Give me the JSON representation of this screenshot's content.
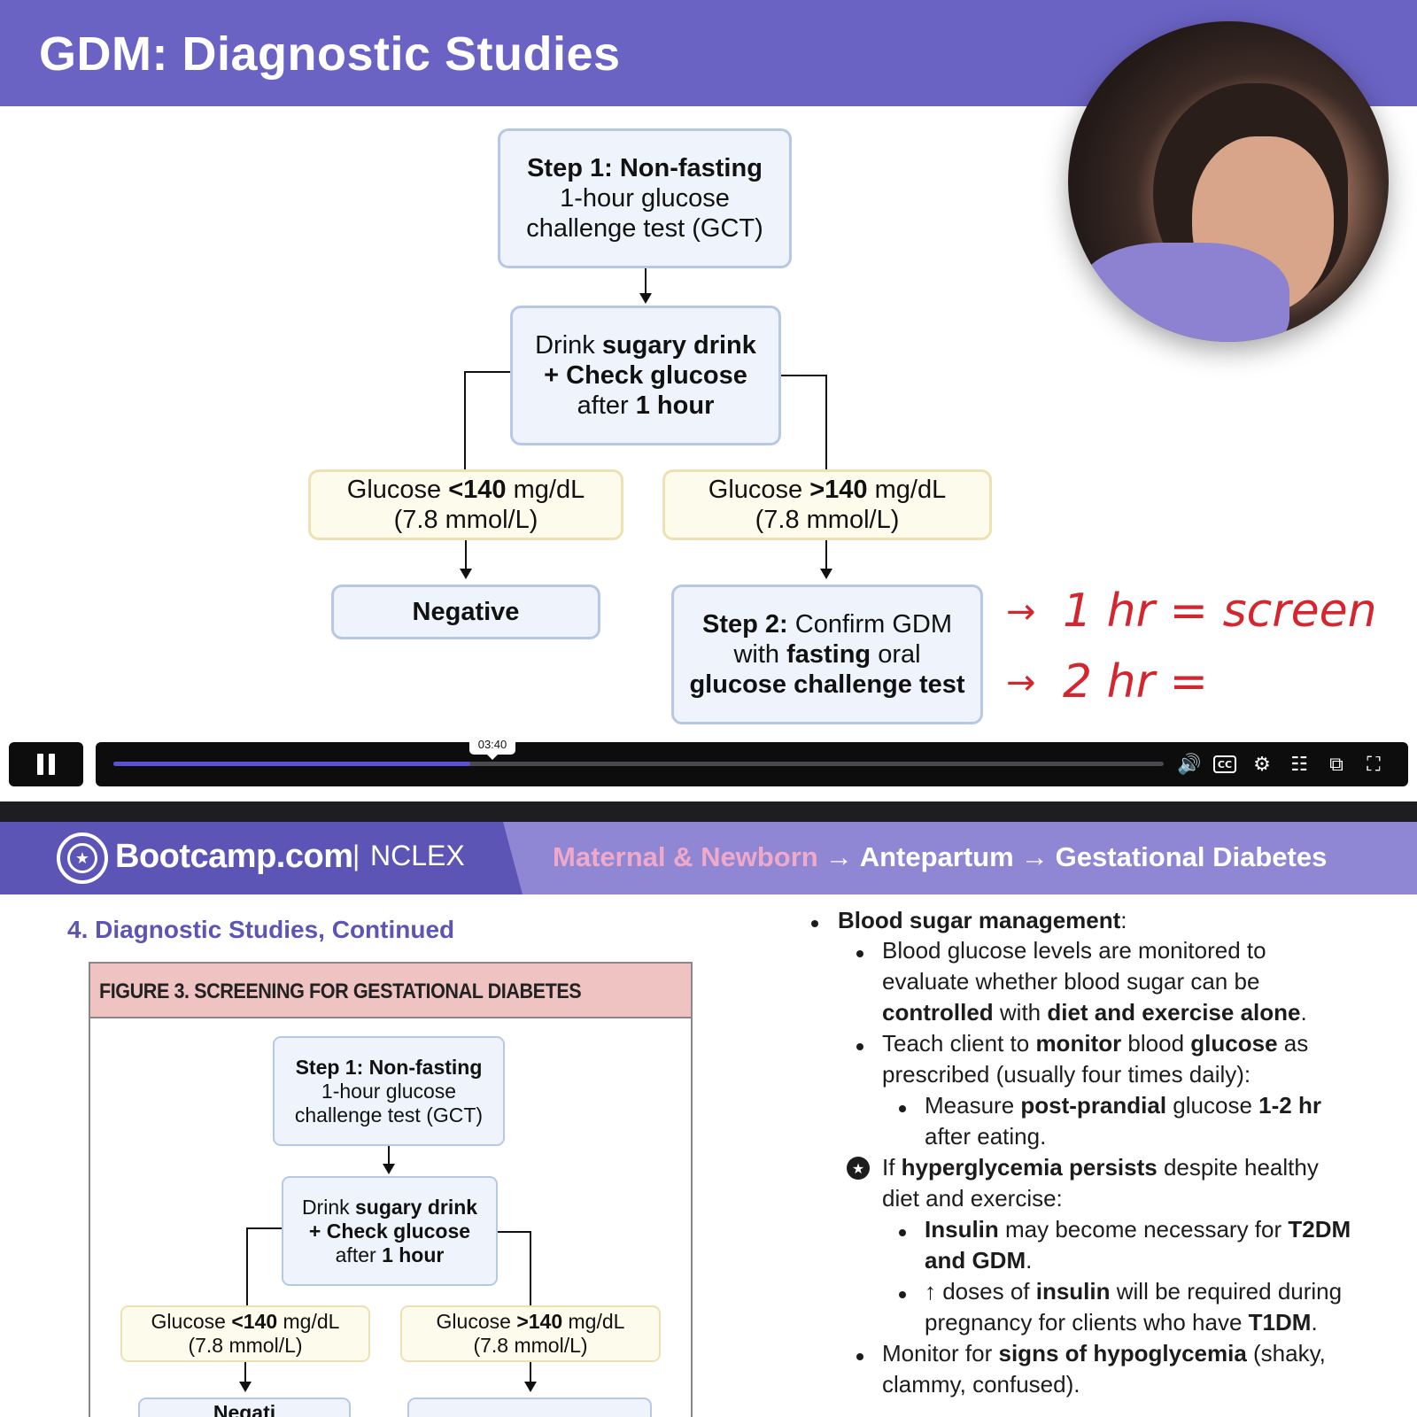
{
  "video": {
    "slide_title": "GDM: Diagnostic Studies",
    "flow": {
      "step1": {
        "bold": "Step 1: Non-fasting",
        "line2": "1-hour glucose",
        "line3": "challenge test (GCT)"
      },
      "drink": {
        "l1_normal": "Drink ",
        "l1_bold": "sugary drink",
        "l2": "+ Check glucose",
        "l3_normal": "after ",
        "l3_bold": "1 hour"
      },
      "low": {
        "pre": "Glucose ",
        "bold": "<140",
        "post": " mg/dL",
        "line2": "(7.8 mmol/L)"
      },
      "high": {
        "pre": "Glucose ",
        "bold": ">140",
        "post": " mg/dL",
        "line2": "(7.8 mmol/L)"
      },
      "negative": "Negative",
      "step2": {
        "bold": "Step 2:",
        "l1_rest": " Confirm GDM",
        "l2_pre": "with ",
        "l2_bold": "fasting",
        "l2_post": " oral",
        "l3": "glucose challenge test"
      }
    },
    "annotations": {
      "arrow": "→",
      "line1": "1 hr = screen",
      "line2": "2 hr ="
    },
    "player": {
      "time_tooltip": "03:40",
      "progress_percent": 34,
      "icons": [
        "pause-icon",
        "volume-icon",
        "captions-icon",
        "settings-icon",
        "transcript-icon",
        "picture-in-picture-icon",
        "fullscreen-icon"
      ],
      "cc_label": "CC",
      "accent": "#5b52d8"
    }
  },
  "doc": {
    "brand": {
      "name": "Bootcamp.com",
      "separator": "|",
      "product": "NCLEX"
    },
    "breadcrumb": {
      "item1": "Maternal & Newborn",
      "arrow": "→",
      "item2": "Antepartum",
      "item3": "Gestational Diabetes"
    },
    "section_title": "4. Diagnostic Studies, Continued",
    "figure_title": "FIGURE 3. SCREENING FOR GESTATIONAL DIABETES",
    "figure_flow": {
      "step1": {
        "bold": "Step 1: Non-fasting",
        "line2": "1-hour glucose",
        "line3": "challenge test (GCT)"
      },
      "drink": {
        "l1_normal": "Drink ",
        "l1_bold": "sugary drink",
        "l2": "+ Check glucose",
        "l3_normal": "after ",
        "l3_bold": "1 hour"
      },
      "low": {
        "pre": "Glucose ",
        "bold": "<140",
        "post": " mg/dL",
        "line2": "(7.8 mmol/L)"
      },
      "high": {
        "pre": "Glucose ",
        "bold": ">140",
        "post": " mg/dL",
        "line2": "(7.8 mmol/L)"
      },
      "negative_partial": "Negati"
    },
    "bullets": {
      "b1_bold": "Blood sugar management",
      "b1_post": ":",
      "b1a_l1": "Blood glucose levels are monitored to",
      "b1a_l2": "evaluate whether blood sugar can be",
      "b1a_l3_bold1": "controlled",
      "b1a_l3_mid": " with ",
      "b1a_l3_bold2": "diet and exercise alone",
      "b1a_l3_end": ".",
      "b1b_l1_pre": "Teach client to ",
      "b1b_l1_bold1": "monitor",
      "b1b_l1_mid": " blood ",
      "b1b_l1_bold2": "glucose",
      "b1b_l1_end": " as",
      "b1b_l2": "prescribed (usually four times daily):",
      "b1b1_l1_pre": "Measure ",
      "b1b1_l1_bold1": "post-prandial",
      "b1b1_l1_mid": " glucose ",
      "b1b1_l1_bold2": "1-2 hr",
      "b1b1_l2": "after eating.",
      "b2_l1_pre": "If ",
      "b2_l1_bold": "hyperglycemia persists",
      "b2_l1_post": " despite healthy",
      "b2_l2": "diet and exercise:",
      "b2a_l1_bold1": "Insulin",
      "b2a_l1_mid": " may become necessary for ",
      "b2a_l1_bold2": "T2DM",
      "b2a_l2_bold": "and GDM",
      "b2a_l2_end": ".",
      "b2b_l1_arrow": "↑",
      "b2b_l1_mid": " doses of ",
      "b2b_l1_bold": "insulin",
      "b2b_l1_end": " will be required during",
      "b2b_l2_pre": "pregnancy for clients who have ",
      "b2b_l2_bold": "T1DM",
      "b2b_l2_end": ".",
      "b3_l1_pre": "Monitor for ",
      "b3_l1_bold": "signs of hypoglycemia",
      "b3_l1_post": " (shaky,",
      "b3_l2": "clammy, confused)."
    }
  }
}
